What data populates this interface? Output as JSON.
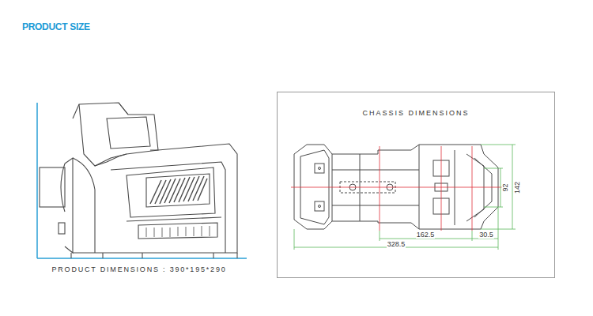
{
  "diagram": {
    "title": "PRODUCT SIZE",
    "nodes": [
      {
        "text": [
          "CHASSIS DIMENSIONS"
        ]
      }
    ],
    "labels": [
      "PRODUCT DIMENSIONS : 390*195*290",
      "162.5",
      "30.5",
      "328.5",
      "92",
      "142"
    ]
  }
}
